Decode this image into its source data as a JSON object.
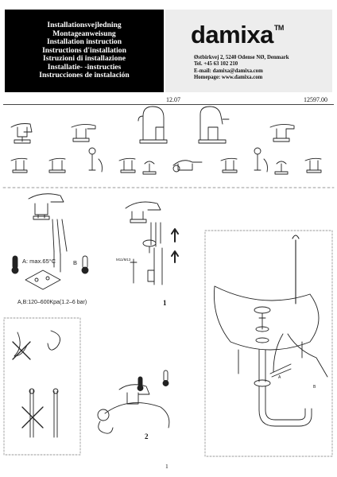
{
  "header": {
    "titles": [
      "Installationsvejledning",
      "Montageanweisung",
      "Installation instruction",
      "Instructions d'installation",
      "Istruzioni di installazione",
      "Installatie- -instructies",
      "Instrucciones de instalación"
    ],
    "brand": "damixa",
    "brand_tm": "TM",
    "address": [
      "Østbirkvej 2, 5240 Odense NØ, Denmark",
      "Tel. +45 63 102 210",
      "E-mail: damixa@damixa.com",
      "Homepage: www.damixa.com"
    ]
  },
  "meta": {
    "date": "12.07",
    "doc_number": "12597.00",
    "page": "1"
  },
  "diagram": {
    "temp_label": "A: max.65°C",
    "label_b": "B",
    "pressure_label": "A,B:120–600Kpa(1.2–6 bar)",
    "part_code": "M11/M13",
    "step1": "1",
    "step2": "2",
    "hose_a": "A",
    "hose_b": "B"
  }
}
